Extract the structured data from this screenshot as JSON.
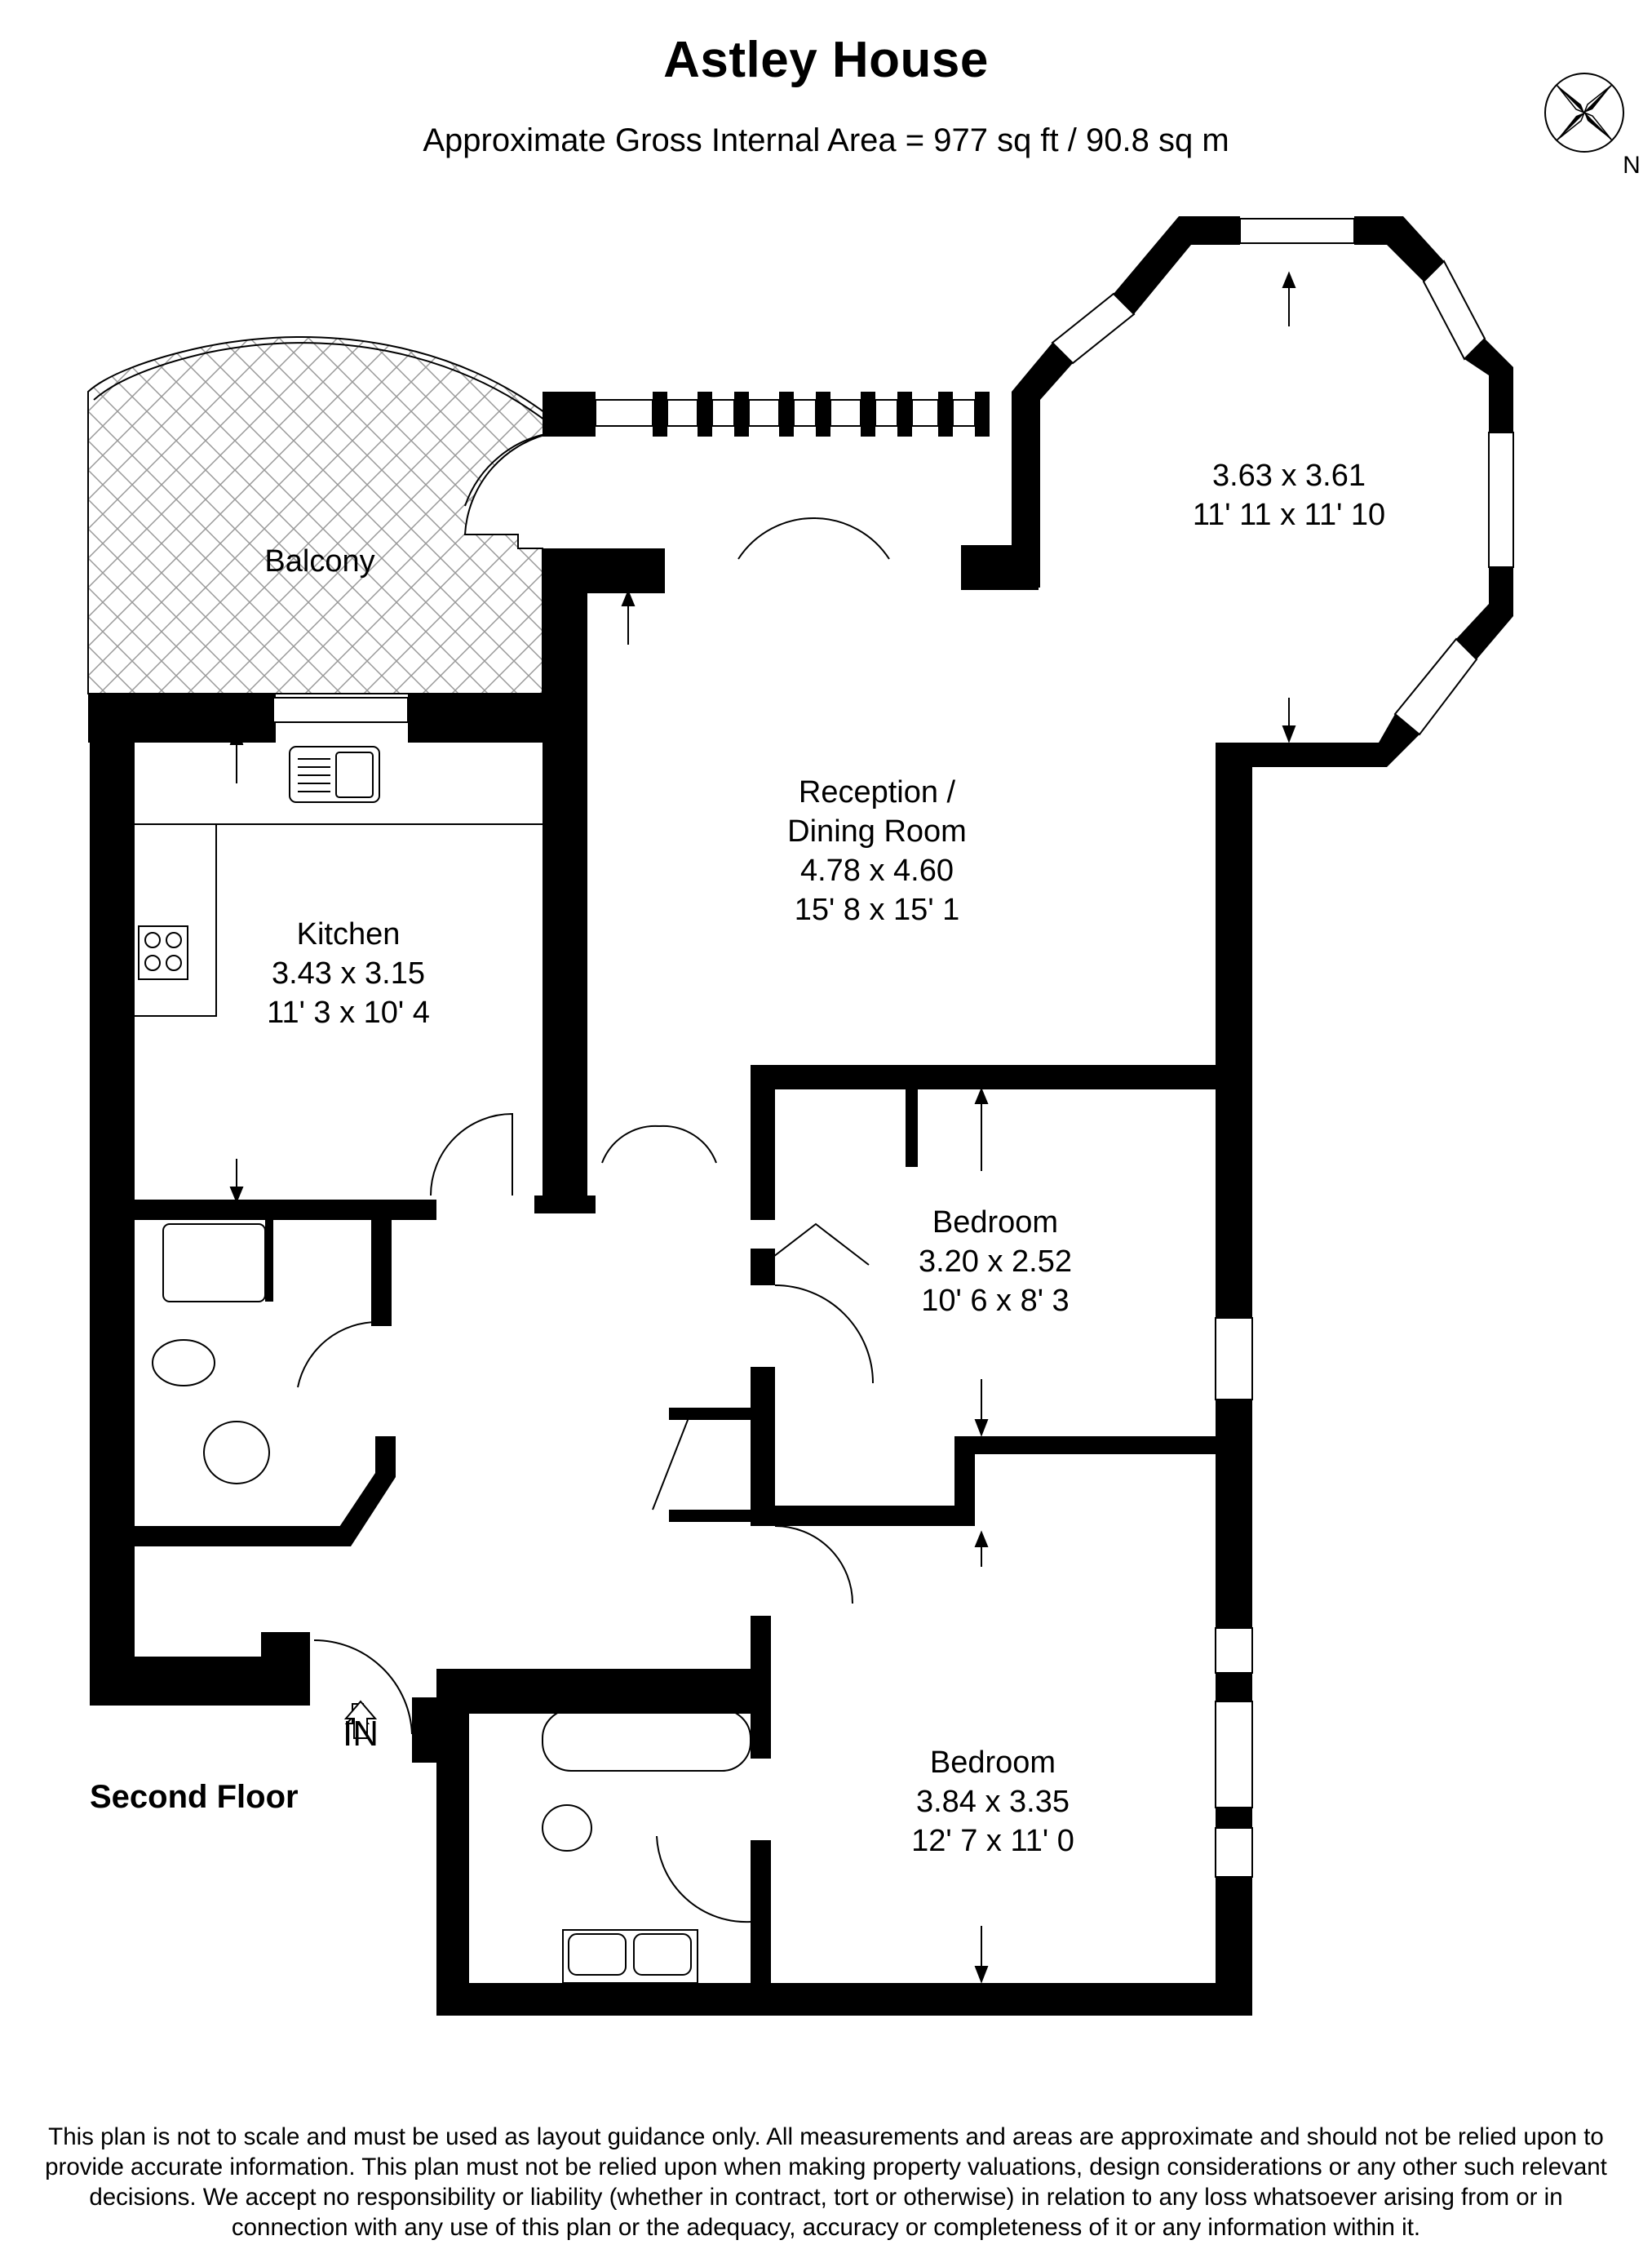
{
  "header": {
    "title": "Astley House",
    "area": "Approximate Gross Internal Area = 977 sq ft / 90.8 sq m"
  },
  "compass": {
    "icon": "compass-rose-icon",
    "north_label": "N"
  },
  "floor": {
    "name": "Second Floor",
    "entrance_label": "IN"
  },
  "rooms": {
    "balcony": {
      "name": "Balcony"
    },
    "bay": {
      "metric": "3.63 x 3.61",
      "imperial": "11' 11 x 11' 10"
    },
    "reception": {
      "name_line1": "Reception /",
      "name_line2": "Dining Room",
      "metric": "4.78 x 4.60",
      "imperial": "15' 8 x 15' 1"
    },
    "kitchen": {
      "name": "Kitchen",
      "metric": "3.43 x 3.15",
      "imperial": "11' 3 x 10' 4"
    },
    "bedroom1": {
      "name": "Bedroom",
      "metric": "3.20 x 2.52",
      "imperial": "10' 6 x 8' 3"
    },
    "bedroom2": {
      "name": "Bedroom",
      "metric": "3.84 x 3.35",
      "imperial": "12' 7 x 11' 0"
    }
  },
  "disclaimer": {
    "lines": [
      "This plan is not to scale and must be used as layout guidance only. All measurements and areas are approximate and should not be relied upon to",
      "provide accurate information. This plan must not be relied upon when making property valuations, design considerations or any other such relevant",
      "decisions. We accept no responsibility or liability (whether in contract, tort or otherwise) in relation to any loss whatsoever arising from or in",
      "connection with any use of this plan or the adequacy, accuracy or completeness of it or any information within it."
    ]
  }
}
